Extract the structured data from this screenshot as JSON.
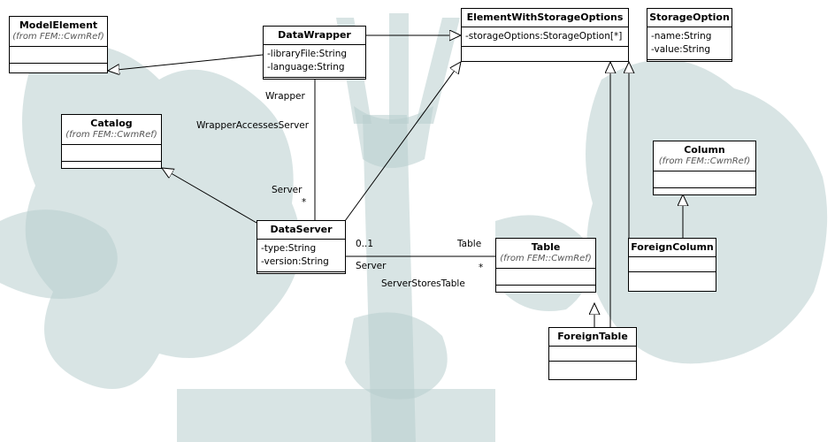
{
  "classes": {
    "model_element": {
      "name": "ModelElement",
      "from": "(from FEM::CwmRef)"
    },
    "data_wrapper": {
      "name": "DataWrapper",
      "attributes": [
        "-libraryFile:String",
        "-language:String"
      ]
    },
    "element_with_storage_options": {
      "name": "ElementWithStorageOptions",
      "attributes": [
        "-storageOptions:StorageOption[*]"
      ]
    },
    "storage_option": {
      "name": "StorageOption",
      "attributes": [
        "-name:String",
        "-value:String"
      ]
    },
    "catalog": {
      "name": "Catalog",
      "from": "(from FEM::CwmRef)"
    },
    "column": {
      "name": "Column",
      "from": "(from FEM::CwmRef)"
    },
    "data_server": {
      "name": "DataServer",
      "attributes": [
        "-type:String",
        "-version:String"
      ]
    },
    "table": {
      "name": "Table",
      "from": "(from FEM::CwmRef)"
    },
    "foreign_column": {
      "name": "ForeignColumn"
    },
    "foreign_table": {
      "name": "ForeignTable"
    }
  },
  "associations": {
    "wrapper_accesses_server": {
      "name": "WrapperAccessesServer",
      "role_wrapper": "Wrapper",
      "role_server": "Server",
      "mult_server": "*"
    },
    "server_stores_table": {
      "name": "ServerStoresTable",
      "role_server": "Server",
      "mult_server": "0..1",
      "role_table": "Table",
      "mult_table": "*"
    }
  },
  "colors": {
    "watermark": "#b8cdcd",
    "line": "#000000"
  }
}
